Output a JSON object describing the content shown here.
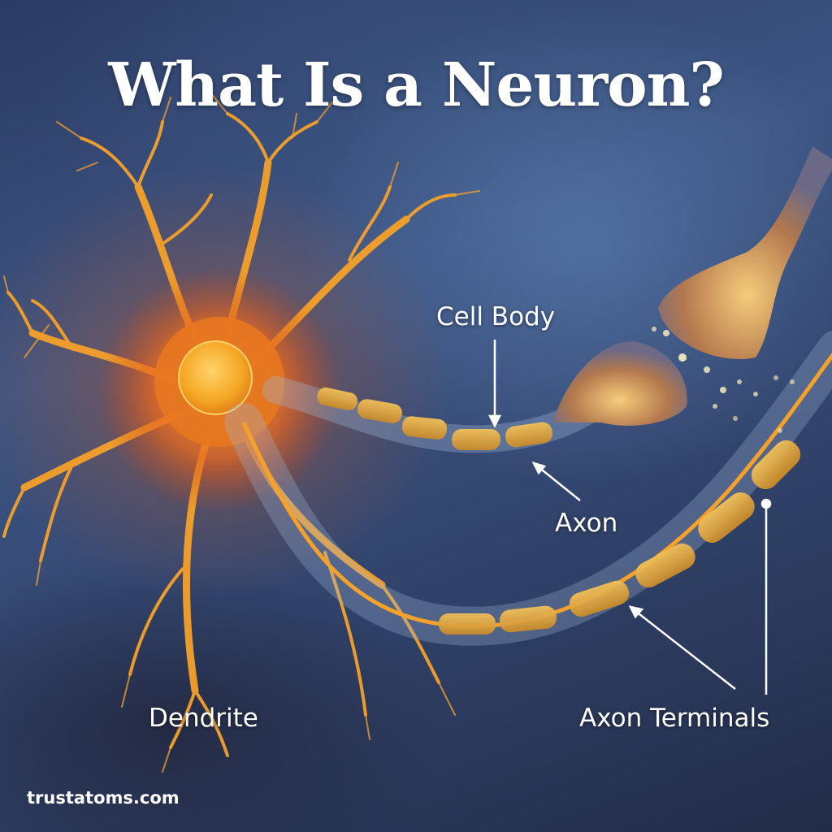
{
  "title": "What Is a Neuron?",
  "labels": {
    "cell_body": "Cell Body",
    "axon": "Axon",
    "dendrite": "Dendrite",
    "axon_terminals": "Axon Terminals"
  },
  "watermark": "trustatoms.com",
  "colors": {
    "background_blue": "#3d5584",
    "background_dark": "#222c48",
    "neuron_orange": "#f5a623",
    "neuron_core": "#f7b733",
    "glow_red": "#d9531e",
    "label_white": "#ffffff",
    "membrane_blue": "#9fb7d8"
  }
}
